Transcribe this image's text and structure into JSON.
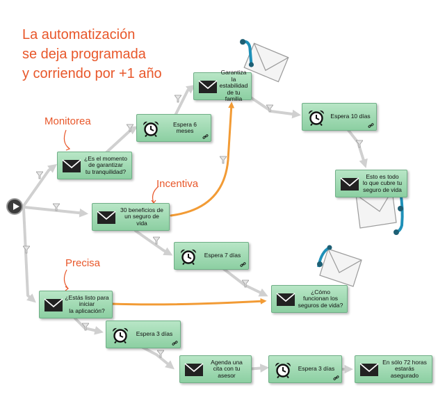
{
  "headline": {
    "lines": [
      "La automatización",
      "se deja programada",
      "y corriendo por +1 año"
    ]
  },
  "annotations": {
    "monitorea": "Monitorea",
    "incentiva": "Incentiva",
    "precisa": "Precisa"
  },
  "colors": {
    "node_fill_top": "#b8e6c6",
    "node_fill_bottom": "#8ccfa2",
    "node_border": "#6fae86",
    "flow_gray": "#d0d0d0",
    "flow_orange": "#f29b35",
    "annotation": "#e8572a",
    "envelope_accent": "#1e90b8"
  },
  "nodes": {
    "garantiza": {
      "icon": "email-icon",
      "text": "Garantiza la\nestabilidad\nde tu familia"
    },
    "monitorea_email": {
      "icon": "email-icon",
      "text": "¿Es el momento\nde garantizar\ntu tranquilidad?"
    },
    "espera6": {
      "icon": "alarm-clock-icon",
      "text": "Espera 6\nmeses"
    },
    "beneficios": {
      "icon": "email-icon",
      "text": "30 beneficios de\nun seguro de\nvida"
    },
    "espera10": {
      "icon": "alarm-clock-icon",
      "text": "Espera 10 días"
    },
    "estoes": {
      "icon": "email-icon",
      "text": "Esto es todo\nlo que cubre tu\nseguro de vida"
    },
    "espera7": {
      "icon": "alarm-clock-icon",
      "text": "Espera 7 días"
    },
    "precisa_email": {
      "icon": "email-icon",
      "text": "¿Estás listo para\niniciar\nla aplicación?"
    },
    "como": {
      "icon": "email-icon",
      "text": "¿Cómo\nfuncionan los\nseguros de vida?"
    },
    "espera3a": {
      "icon": "alarm-clock-icon",
      "text": "Espera 3 días"
    },
    "agenda": {
      "icon": "email-icon",
      "text": "Agenda una\ncita con tu\nasesor"
    },
    "espera3b": {
      "icon": "alarm-clock-icon",
      "text": "Espera 3 días"
    },
    "ensolo": {
      "icon": "email-icon",
      "text": "En sólo 72 horas\nestarás\nasegurado"
    }
  }
}
